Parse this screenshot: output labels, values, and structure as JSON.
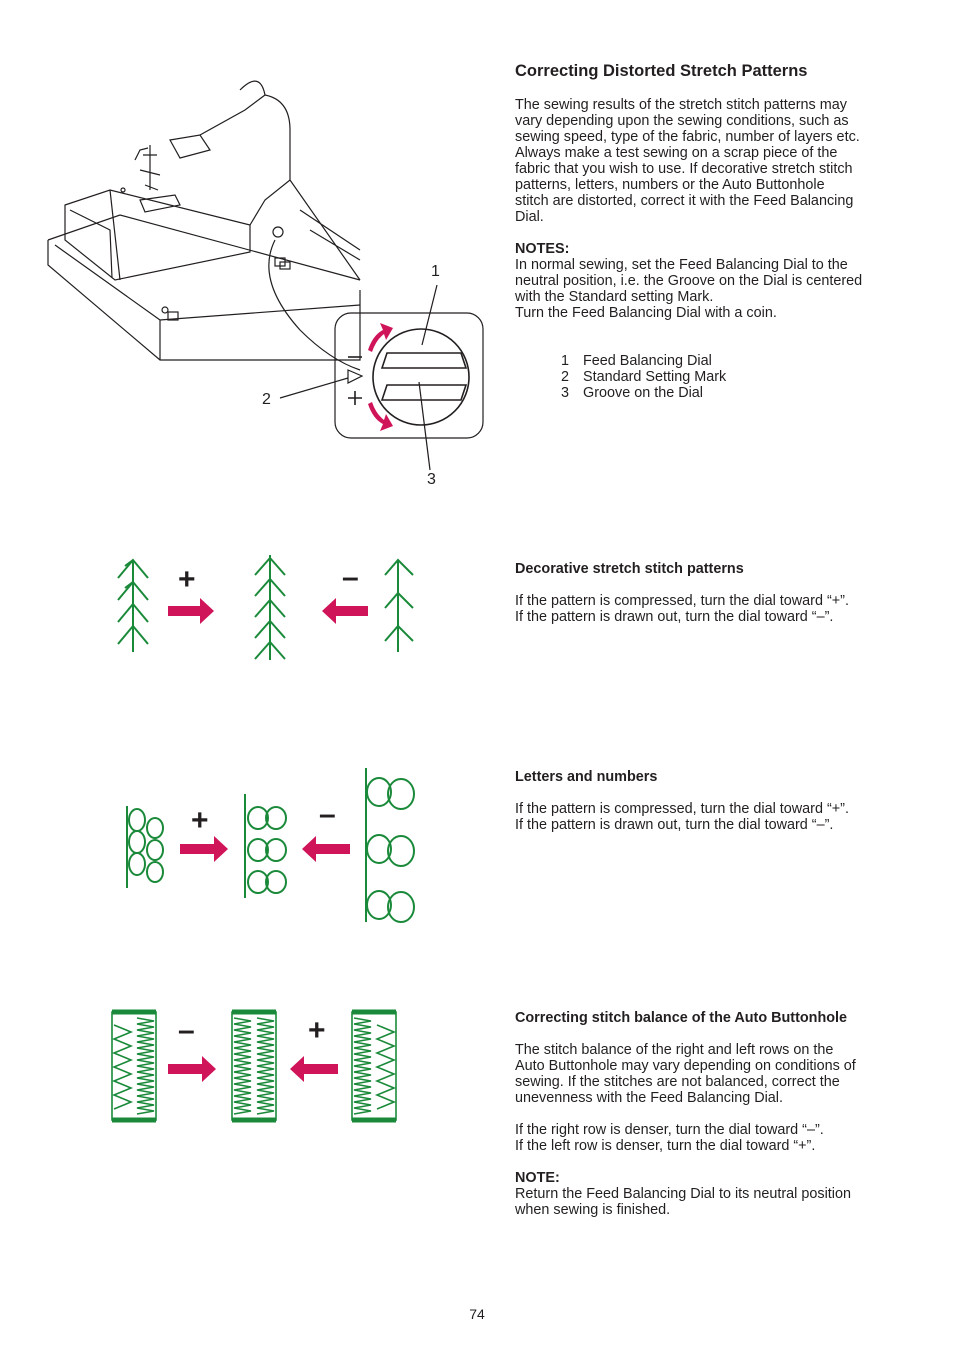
{
  "title": "Correcting Distorted Stretch Patterns",
  "intro": "The sewing results of the stretch stitch patterns may\nvary depending upon the sewing conditions, such as\nsewing speed, type of the fabric, number of layers etc.\nAlways make a test sewing on a scrap piece of the\nfabric that you wish to use. If decorative stretch stitch\npatterns, letters, numbers or the Auto Buttonhole\nstitch are distorted, correct it with the Feed Balancing\nDial.",
  "notes": {
    "heading": "NOTES:",
    "body": "In normal sewing, set the Feed Balancing Dial to the\nneutral position, i.e. the Groove on the Dial is centered\nwith the Standard setting Mark.\nTurn the Feed Balancing Dial with a coin."
  },
  "legend": [
    {
      "num": "1",
      "label": "Feed Balancing Dial"
    },
    {
      "num": "2",
      "label": "Standard Setting Mark"
    },
    {
      "num": "3",
      "label": "Groove on the Dial"
    }
  ],
  "callouts": {
    "one": "1",
    "two": "2",
    "three": "3"
  },
  "sections": [
    {
      "heading": "Decorative stretch stitch patterns",
      "body": "If the pattern is compressed, turn the dial toward “+”.\nIf the pattern is drawn out, turn the dial toward “–”."
    },
    {
      "heading": "Letters and numbers",
      "body": "If the pattern is compressed, turn the dial toward “+”.\nIf the pattern is drawn out, turn the dial toward “–”."
    },
    {
      "heading": "Correcting stitch balance of the Auto Buttonhole",
      "body": "The stitch balance of the right and left rows on the\nAuto Buttonhole may vary depending on conditions of\nsewing. If the stitches are not balanced, correct the\nunevenness with the Feed Balancing Dial.",
      "body2": "If the right row is denser, turn the dial toward “–”.\nIf the left row is denser, turn the dial toward “+”.",
      "note_heading": "NOTE:",
      "note_body": "Return the Feed Balancing Dial to its neutral position\nwhen sewing is finished."
    }
  ],
  "diagram_signs": {
    "row1": [
      "+",
      "–"
    ],
    "row2": [
      "+",
      "–"
    ],
    "row3": [
      "–",
      "+"
    ]
  },
  "dial_signs": {
    "minus": "–",
    "plus": "+"
  },
  "colors": {
    "stitch": "#1a8a3a",
    "arrow": "#d0145a",
    "text": "#231f20"
  },
  "page_number": "74"
}
